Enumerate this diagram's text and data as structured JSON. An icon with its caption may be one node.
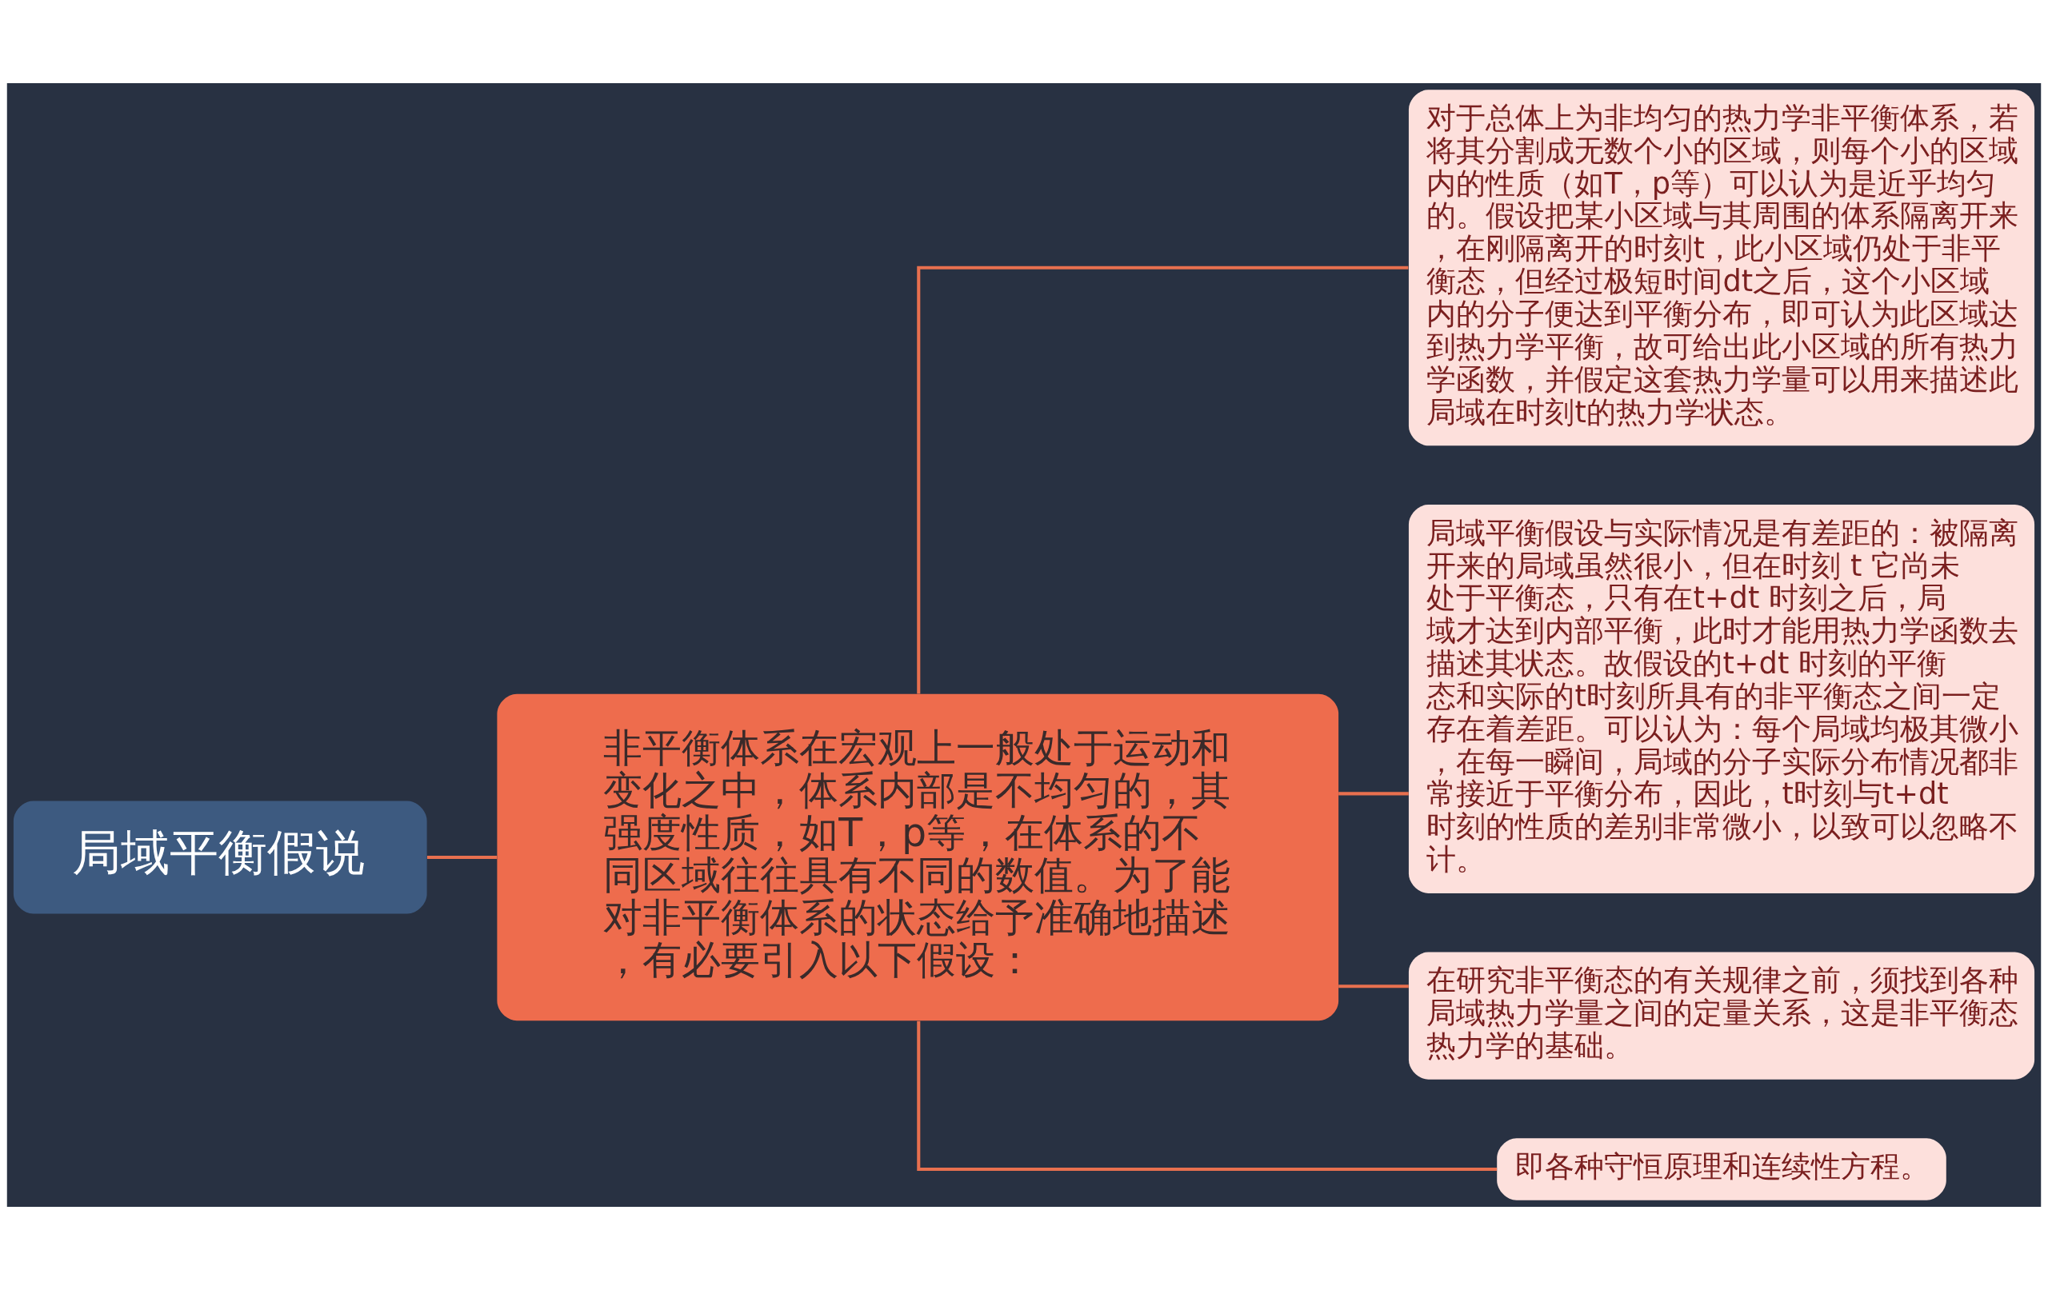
{
  "diagram": {
    "nodes": [
      {
        "text": [
          "局域平衡假说"
        ]
      },
      {
        "text": [
          "非平衡体系在宏观上一般处于运动和变化之中，体系内部是不均匀的，其强度性质，如T，p等，在体系的不同区域往往具有不同的数值。为了能对非平衡体系的状态给予准确地描述，有必要引入以下假设："
        ]
      },
      {
        "text": [
          "对于总体上为非均匀的热力学非平衡体系，若将其分割成无数个小的区域，则每个小的区域内的性质（如T，p等）可以认为是近乎均匀的。假设把某小区域与其周围的体系隔离开来，在刚隔离开的时刻t，此小区域仍处于非平衡态，但经过极短时间dt之后，这个小区域内的分子便达到平衡分布，即可认为此区域达到热力学平衡，故可给出此小区域的所有热力学函数，并假定这套热力学量可以用来描述此局域在时刻t的热力学状态。"
        ]
      },
      {
        "text": [
          "局域平衡假设与实际情况是有差距的：被隔离开来的局域虽然很小，但在时刻 t 它尚未处于平衡态，只有在t+dt 时刻之后，局域才达到内部平衡，此时才能用热力学函数去描述其状态。故假设的t+dt 时刻的平衡态和实际的t时刻所具有的非平衡态之间一定存在着差距。可以认为：每个局域均极其微小，在每一瞬间，局域的分子实际分布情况都非常接近于平衡分布，因此，t时刻与t+dt时刻的性质的差别非常微小，以致可以忽略不计。"
        ]
      },
      {
        "text": [
          "在研究非平衡态的有关规律之前，须找到各种局域热力学量之间的定量关系，这是非平衡态热力学的基础。"
        ]
      },
      {
        "text": [
          "即各种守恒原理和连续性方程。"
        ]
      }
    ],
    "edges": [
      {
        "from": 0,
        "to": 1,
        "arrow": "none"
      },
      {
        "from": 1,
        "to": 2,
        "arrow": "none"
      },
      {
        "from": 1,
        "to": 3,
        "arrow": "none"
      },
      {
        "from": 1,
        "to": 4,
        "arrow": "none"
      },
      {
        "from": 1,
        "to": 5,
        "arrow": "none"
      }
    ]
  }
}
